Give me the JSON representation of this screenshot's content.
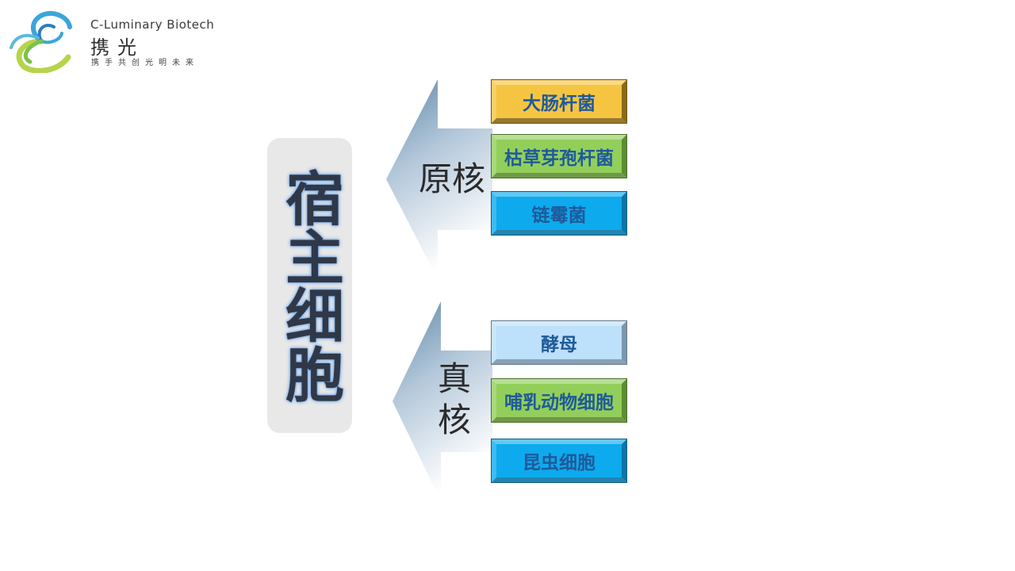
{
  "logo": {
    "company_en": "C-Luminary Biotech",
    "company_cn": "携光",
    "slogan": "携手共创光明未来",
    "colors": [
      "#3aa6d8",
      "#7cc24a",
      "#b6d44a",
      "#2a7fc0"
    ]
  },
  "diagram": {
    "root": "宿主细胞",
    "branches": [
      {
        "label": "原核",
        "items": [
          {
            "label": "大肠杆菌",
            "color": "#f5c542",
            "dark": "#8a6a18"
          },
          {
            "label": "枯草芽孢杆菌",
            "color": "#92cf5a",
            "dark": "#5f8c34"
          },
          {
            "label": "链霉菌",
            "color": "#0eaaee",
            "dark": "#0a76a6"
          }
        ]
      },
      {
        "label": "真核",
        "label_lines": [
          "真",
          "核"
        ],
        "items": [
          {
            "label": "酵母",
            "color": "#bde0fb",
            "dark": "#7c97ad"
          },
          {
            "label": "哺乳动物细胞",
            "color": "#92cf5a",
            "dark": "#5f8c34"
          },
          {
            "label": "昆虫细胞",
            "color": "#0eaaee",
            "dark": "#0a76a6"
          }
        ]
      }
    ]
  }
}
